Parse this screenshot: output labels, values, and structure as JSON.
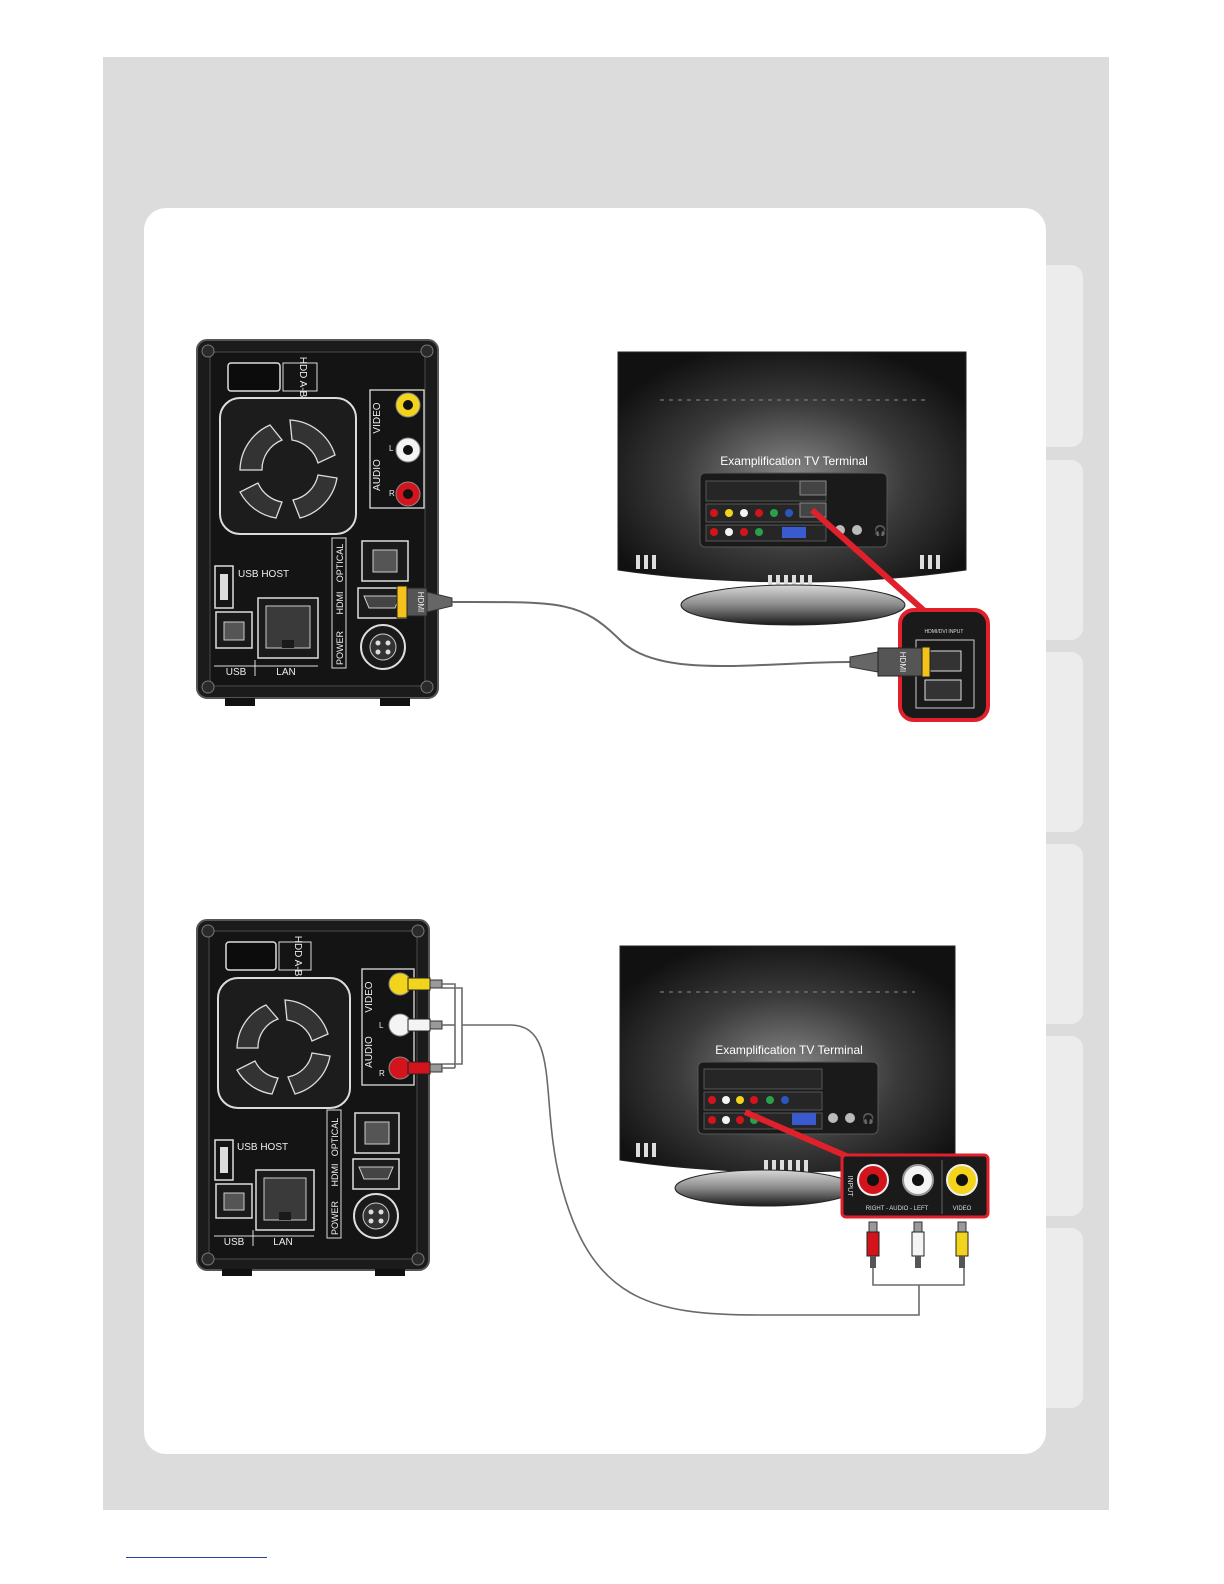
{
  "colors": {
    "page_background": "#dcdcdc",
    "card": "#ffffff",
    "hdmi_accent": "#f4c21a",
    "highlight_red": "#e0202a",
    "rca_yellow": "#f2d41c",
    "rca_white": "#f4f4f4",
    "rca_red": "#d4141c",
    "cable": "#6a6a6a"
  },
  "device": {
    "hdd_label": "HDD A-B",
    "video_label": "VIDEO",
    "audio_label": "AUDIO",
    "left_label": "L",
    "right_label": "R",
    "usb_host_label": "USB HOST",
    "optical_label": "OPTICAL",
    "hdmi_label": "HDMI",
    "power_label": "POWER",
    "usb_label": "USB",
    "lan_label": "LAN"
  },
  "tv": {
    "terminal_title": "Examplification TV Terminal"
  },
  "diagram1": {
    "plug_label": "HDMI",
    "inset_plug_label": "HDMI",
    "inset_title": "HDMI/DVI INPUT"
  },
  "diagram2": {
    "inset_input_label": "INPUT",
    "inset_audio_label": "RIGHT - AUDIO - LEFT",
    "inset_video_label": "VIDEO"
  },
  "icons": [
    "fan-icon",
    "usb-a-port-icon",
    "usb-b-port-icon",
    "lan-port-icon",
    "hdmi-port-icon",
    "optical-port-icon",
    "power-port-icon",
    "rca-jack-icon",
    "headphone-icon"
  ]
}
